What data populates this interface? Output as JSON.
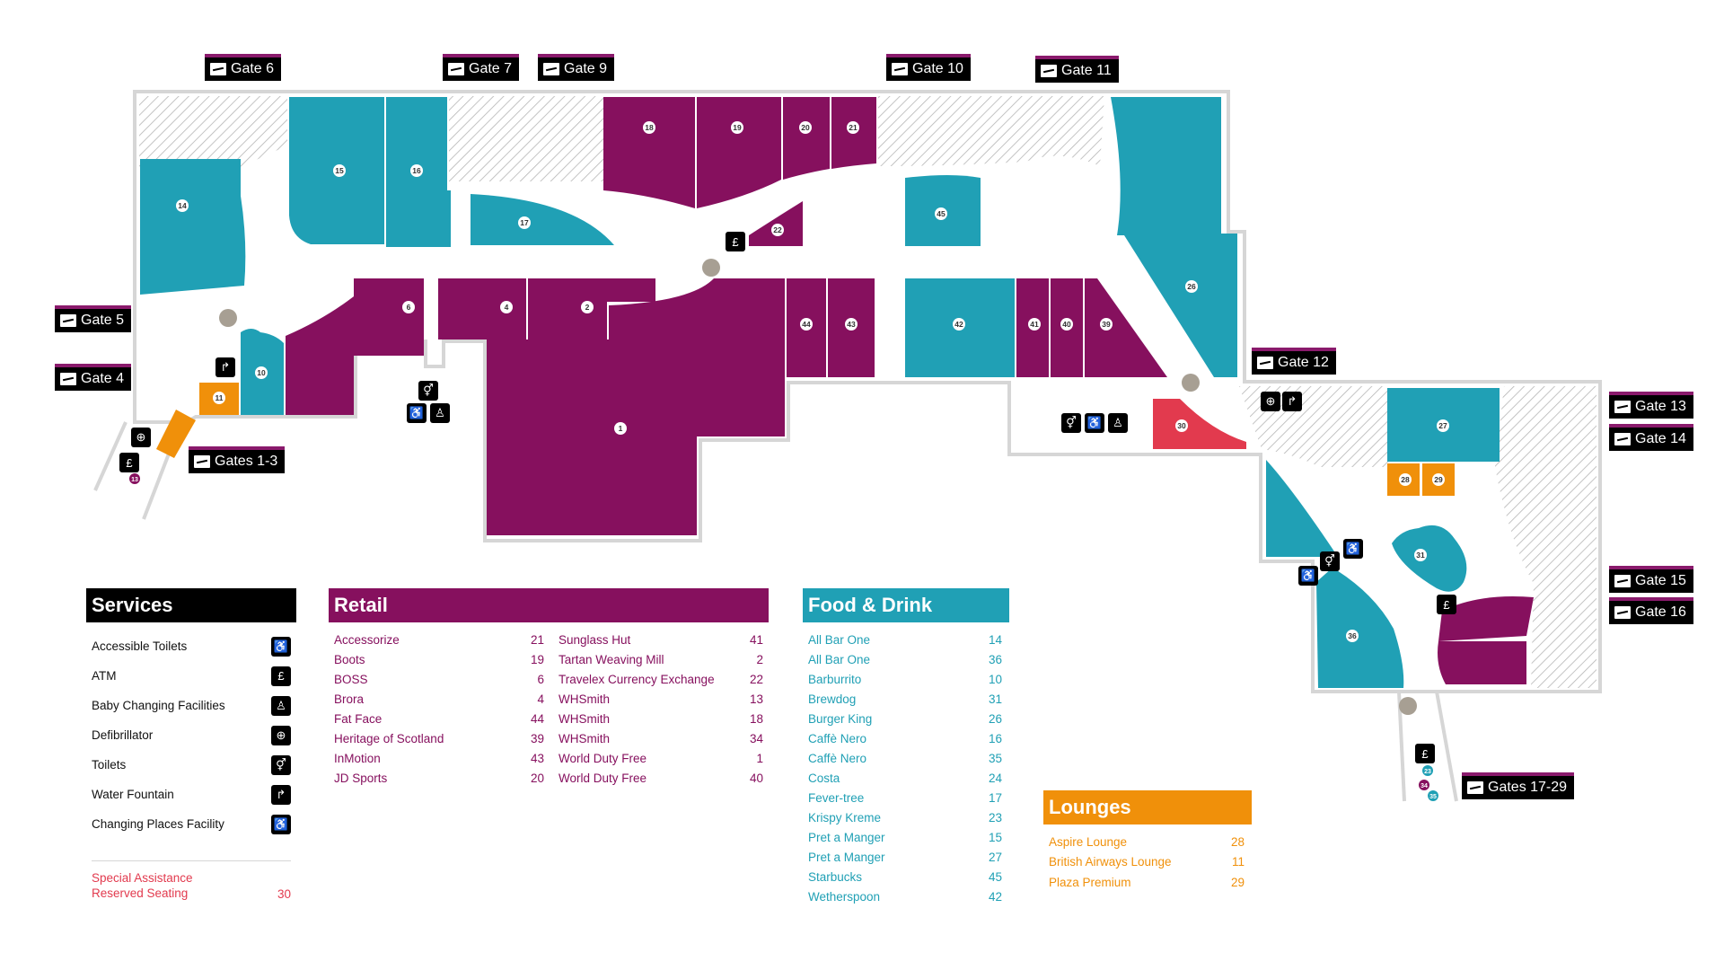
{
  "gates": [
    {
      "id": "g6",
      "label": "Gate 6"
    },
    {
      "id": "g7",
      "label": "Gate 7"
    },
    {
      "id": "g9",
      "label": "Gate 9"
    },
    {
      "id": "g10",
      "label": "Gate 10"
    },
    {
      "id": "g11",
      "label": "Gate 11"
    },
    {
      "id": "g5",
      "label": "Gate 5"
    },
    {
      "id": "g4",
      "label": "Gate 4"
    },
    {
      "id": "g13",
      "label": "Gates 1-3"
    },
    {
      "id": "g12",
      "label": "Gate 12"
    },
    {
      "id": "g13b",
      "label": "Gate 13"
    },
    {
      "id": "g14",
      "label": "Gate 14"
    },
    {
      "id": "g15",
      "label": "Gate 15"
    },
    {
      "id": "g16",
      "label": "Gate 16"
    },
    {
      "id": "g17",
      "label": "Gates 17-29"
    }
  ],
  "colors": {
    "retail": "#86105e",
    "food": "#20a0b5",
    "lounge": "#f0900a",
    "special": "#e23a4e",
    "outline": "#d6d6d6",
    "hatch": "#b9b9b9",
    "connector": "#a79f93"
  },
  "units": {
    "u1": "1",
    "u2": "2",
    "u4": "4",
    "u6": "6",
    "u10": "10",
    "u11": "11",
    "u13": "13",
    "u14": "14",
    "u15": "15",
    "u16": "16",
    "u17": "17",
    "u18": "18",
    "u19": "19",
    "u20": "20",
    "u21": "21",
    "u22": "22",
    "u23": "23",
    "u26": "26",
    "u27": "27",
    "u28": "28",
    "u29": "29",
    "u30": "30",
    "u31": "31",
    "u34": "34",
    "u35": "35",
    "u36": "36",
    "u39": "39",
    "u40": "40",
    "u41": "41",
    "u42": "42",
    "u43": "43",
    "u44": "44",
    "u45": "45"
  },
  "services": {
    "title": "Services",
    "items": [
      {
        "label": "Accessible Toilets",
        "icon": "wheelchair-icon",
        "glyph": "♿"
      },
      {
        "label": "ATM",
        "icon": "atm-icon",
        "glyph": "£"
      },
      {
        "label": "Baby Changing Facilities",
        "icon": "baby-changing-icon",
        "glyph": "♙"
      },
      {
        "label": "Defibrillator",
        "icon": "defibrillator-icon",
        "glyph": "⊕"
      },
      {
        "label": "Toilets",
        "icon": "toilets-icon",
        "glyph": "⚥"
      },
      {
        "label": "Water Fountain",
        "icon": "water-fountain-icon",
        "glyph": "↱"
      },
      {
        "label": "Changing Places Facility",
        "icon": "changing-places-icon",
        "glyph": "♿"
      }
    ],
    "special_label": "Special Assistance Reserved Seating",
    "special_number": "30"
  },
  "retail": {
    "title": "Retail",
    "col1": [
      {
        "name": "Accessorize",
        "num": "21"
      },
      {
        "name": "Boots",
        "num": "19"
      },
      {
        "name": "BOSS",
        "num": "6"
      },
      {
        "name": "Brora",
        "num": "4"
      },
      {
        "name": "Fat Face",
        "num": "44"
      },
      {
        "name": "Heritage of Scotland",
        "num": "39"
      },
      {
        "name": "InMotion",
        "num": "43"
      },
      {
        "name": "JD Sports",
        "num": "20"
      }
    ],
    "col2": [
      {
        "name": "Sunglass Hut",
        "num": "41"
      },
      {
        "name": "Tartan Weaving Mill",
        "num": "2"
      },
      {
        "name": "Travelex Currency Exchange",
        "num": "22"
      },
      {
        "name": "WHSmith",
        "num": "13"
      },
      {
        "name": "WHSmith",
        "num": "18"
      },
      {
        "name": "WHSmith",
        "num": "34"
      },
      {
        "name": "World Duty Free",
        "num": "1"
      },
      {
        "name": "World Duty Free",
        "num": "40"
      }
    ]
  },
  "food": {
    "title": "Food & Drink",
    "items": [
      {
        "name": "All Bar One",
        "num": "14"
      },
      {
        "name": "All Bar One",
        "num": "36"
      },
      {
        "name": "Barburrito",
        "num": "10"
      },
      {
        "name": "Brewdog",
        "num": "31"
      },
      {
        "name": "Burger King",
        "num": "26"
      },
      {
        "name": "Caffè Nero",
        "num": "16"
      },
      {
        "name": "Caffè Nero",
        "num": "35"
      },
      {
        "name": "Costa",
        "num": "24"
      },
      {
        "name": "Fever-tree",
        "num": "17"
      },
      {
        "name": "Krispy Kreme",
        "num": "23"
      },
      {
        "name": "Pret a Manger",
        "num": "15"
      },
      {
        "name": "Pret a Manger",
        "num": "27"
      },
      {
        "name": "Starbucks",
        "num": "45"
      },
      {
        "name": "Wetherspoon",
        "num": "42"
      }
    ]
  },
  "lounges": {
    "title": "Lounges",
    "items": [
      {
        "name": "Aspire Lounge",
        "num": "28"
      },
      {
        "name": "British Airways Lounge",
        "num": "11"
      },
      {
        "name": "Plaza Premium",
        "num": "29"
      }
    ]
  }
}
